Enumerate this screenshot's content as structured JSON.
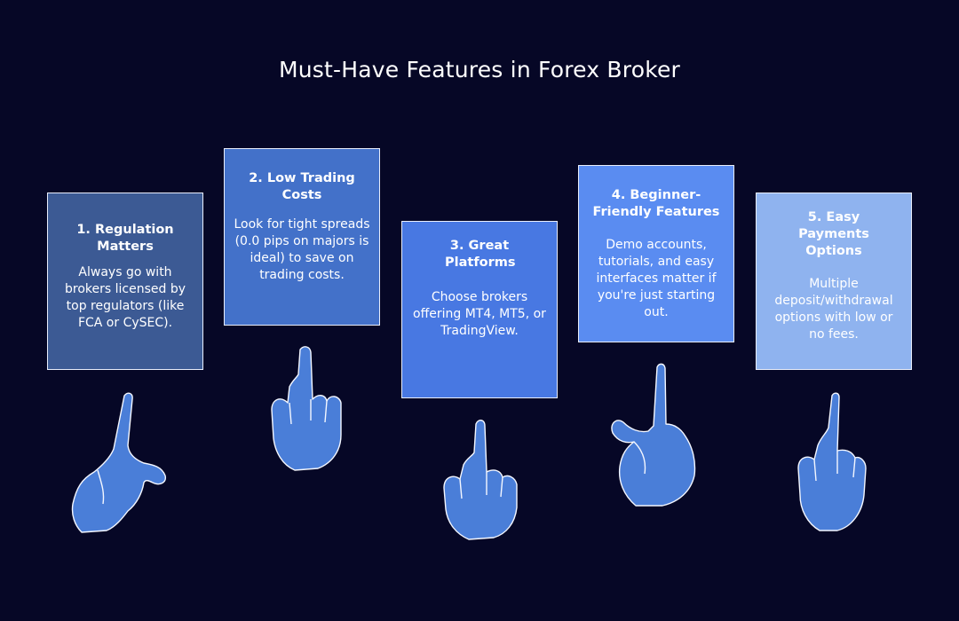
{
  "title": "Must-Have Features in Forex Broker",
  "colors": {
    "background": "#060726",
    "card_1": "#3c5a94",
    "card_2": "#4371c9",
    "card_3": "#4878e2",
    "card_4": "#5a8cf1",
    "card_5": "#8fb3ef",
    "hand": "#4a7ed8",
    "outline": "#f4f7ff"
  },
  "features": [
    {
      "title": "1. Regulation Matters",
      "desc": "Always go with brokers licensed by top regulators (like FCA or CySEC)."
    },
    {
      "title": "2. Low Trading Costs",
      "desc": "Look for tight spreads (0.0 pips on majors is ideal) to save on trading costs."
    },
    {
      "title": "3. Great Platforms",
      "desc": "Choose brokers offering MT4, MT5, or TradingView."
    },
    {
      "title": "4. Beginner-Friendly Features",
      "desc": "Demo accounts, tutorials, and easy interfaces matter if you're just starting out."
    },
    {
      "title": "5. Easy Payments Options",
      "desc": "Multiple deposit/withdrawal options with low or no fees."
    }
  ],
  "icons": [
    "pointing-hand-icon",
    "pointing-hand-icon",
    "pointing-hand-icon",
    "pointing-hand-icon",
    "pointing-hand-icon"
  ]
}
